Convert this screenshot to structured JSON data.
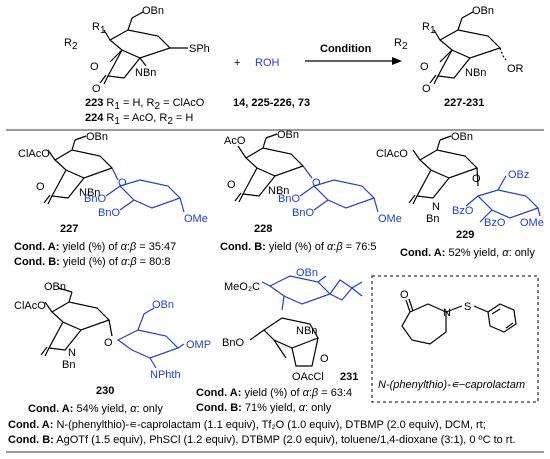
{
  "scheme": {
    "donor_substituents": {
      "r1": "R",
      "r1_sub": "1",
      "r2": "R",
      "r2_sub": "2",
      "obn": "OBn",
      "sph": "SPh",
      "nbn": "NBn"
    },
    "donor_223": {
      "number": "223",
      "text": " R",
      "sub1": "1",
      "eq1": " = H, R",
      "sub2": "2",
      "eq2": " = ClAcO"
    },
    "donor_224": {
      "number": "224",
      "text": " R",
      "sub1": "1",
      "eq1": " = AcO, R",
      "sub2": "2",
      "eq2": " = H"
    },
    "plus": "+",
    "acceptor": "ROH",
    "acceptor_numbers": "14, 225-226, 73",
    "arrow_label": "Condition",
    "product_substituents": {
      "r1": "R",
      "r1_sub": "1",
      "r2": "R",
      "r2_sub": "2",
      "obn": "OBn",
      "nbn": "NBn",
      "or": "OR"
    },
    "product_numbers": "227-231"
  },
  "compounds": {
    "c227": {
      "number": "227",
      "labels": {
        "obn": "OBn",
        "clacO": "ClAcO",
        "nbn": "NBn",
        "o": "O",
        "bnO1": "BnO",
        "bnO2": "BnO",
        "ome": "OMe"
      },
      "cond_a_label": "Cond. A:",
      "cond_a_text": " yield (%) of ",
      "cond_a_ratio": " = 35:47",
      "cond_b_label": "Cond. B:",
      "cond_b_text": " yield (%) of ",
      "cond_b_ratio": " = 80:8"
    },
    "c228": {
      "number": "228",
      "labels": {
        "aco": "AcO",
        "obn": "OBn",
        "nbn": "NBn",
        "o": "O",
        "bnO1": "BnO",
        "bnO2": "BnO",
        "ome": "OMe"
      },
      "cond_b_label": "Cond. B:",
      "cond_b_text": " yield (%) of ",
      "cond_b_ratio": " = 76:5"
    },
    "c229": {
      "number": "229",
      "labels": {
        "obn": "OBn",
        "clacO": "ClAcO",
        "obz": "OBz",
        "bn": "Bn",
        "bzo1": "BzO",
        "bzo2": "BzO",
        "ome": "OMe",
        "n": "N",
        "o": "O"
      },
      "cond_a_label": "Cond. A:",
      "cond_a_text": " 52% yield, ",
      "cond_a_alpha": "α",
      "cond_a_only": ": only"
    },
    "c230": {
      "number": "230",
      "labels": {
        "obn1": "OBn",
        "obn2": "OBn",
        "clacO": "ClAcO",
        "bn": "Bn",
        "n": "N",
        "o": "O",
        "omp": "OMP",
        "nphth": "NPhth"
      },
      "cond_a_label": "Cond. A:",
      "cond_a_text": " 54% yield, ",
      "cond_a_alpha": "α",
      "cond_a_only": ": only"
    },
    "c231": {
      "number": "231",
      "labels": {
        "meo2c": "MeO₂C",
        "obn": "OBn",
        "bno": "BnO",
        "nbn": "NBn",
        "aco": "OAcCl",
        "o": "O"
      },
      "cond_a_label": "Cond. A:",
      "cond_a_text": " yield (%) of ",
      "cond_a_ratio": " = 63:4",
      "cond_b_label": "Cond. B:",
      "cond_b_text": " 71% yield, ",
      "cond_b_alpha": "α",
      "cond_b_only": ": only"
    },
    "reagent": {
      "o": "O",
      "n": "N",
      "s": "S",
      "caption": "N-(phenylthio)-∊−caprolactam"
    }
  },
  "ratio_symbols": {
    "alpha": "α",
    "beta": "β",
    "colon": ":"
  },
  "conditions": {
    "a_label": "Cond. A:",
    "a_text": " N-(phenylthio)-∊-caprolactam (1.1 equiv), Tf₂O (1.0 equiv), DTBMP (2.0 equiv), DCM, rt;",
    "b_label": "Cond. B:",
    "b_text": " AgOTf (1.5 equiv), PhSCl (1.2 equiv), DTBMP (2.0 equiv), toluene/1,4-dioxane (3:1), 0 ºC to rt."
  },
  "colors": {
    "acceptor_blue": "#1f3fd6",
    "rule_gray": "#9a9a9a"
  }
}
